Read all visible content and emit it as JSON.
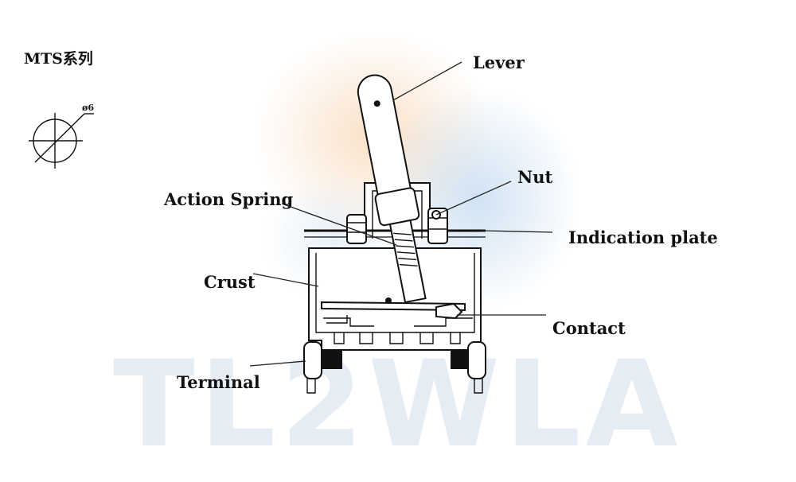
{
  "series_label": "MTS系列",
  "dimension": {
    "label": "ø6"
  },
  "watermark": {
    "text": "TL2WLA",
    "color": "#e6ecf4"
  },
  "labels": {
    "lever": "Lever",
    "nut": "Nut",
    "action_spring": "Action Spring",
    "indication_plate": "Indication plate",
    "crust": "Crust",
    "contact": "Contact",
    "terminal": "Terminal"
  },
  "colors": {
    "line": "#111111",
    "logo_orange": "#f6c8a0",
    "logo_blue": "#c6dcef"
  }
}
